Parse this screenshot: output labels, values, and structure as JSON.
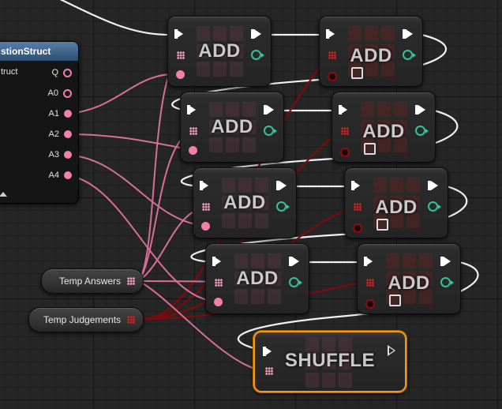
{
  "colors": {
    "exec_wire": "#ffffff",
    "answers_wire": "#e07a9c",
    "judgements_wire": "#8a0d0d",
    "struct_header": "#3a5f86",
    "selection_outline": "#f19a12",
    "integer_pin": "#2fc49c"
  },
  "struct_node": {
    "title": "stionStruct",
    "input_label": "truct",
    "pins": [
      {
        "label": "Q",
        "icon": "hollow-pin-icon"
      },
      {
        "label": "A0",
        "icon": "hollow-pin-icon"
      },
      {
        "label": "A1",
        "icon": "filled-pin-icon"
      },
      {
        "label": "A2",
        "icon": "filled-pin-icon"
      },
      {
        "label": "A3",
        "icon": "filled-pin-icon"
      },
      {
        "label": "A4",
        "icon": "filled-pin-icon"
      }
    ]
  },
  "variables": {
    "temp_answers": "Temp Answers",
    "temp_judgements": "Temp Judgements"
  },
  "add_nodes": [
    {
      "title": "ADD",
      "kind": "answers"
    },
    {
      "title": "ADD",
      "kind": "judgements"
    },
    {
      "title": "ADD",
      "kind": "answers"
    },
    {
      "title": "ADD",
      "kind": "judgements"
    },
    {
      "title": "ADD",
      "kind": "answers"
    },
    {
      "title": "ADD",
      "kind": "judgements"
    },
    {
      "title": "ADD",
      "kind": "answers"
    },
    {
      "title": "ADD",
      "kind": "judgements"
    }
  ],
  "shuffle_node": {
    "title": "SHUFFLE",
    "selected": true
  }
}
